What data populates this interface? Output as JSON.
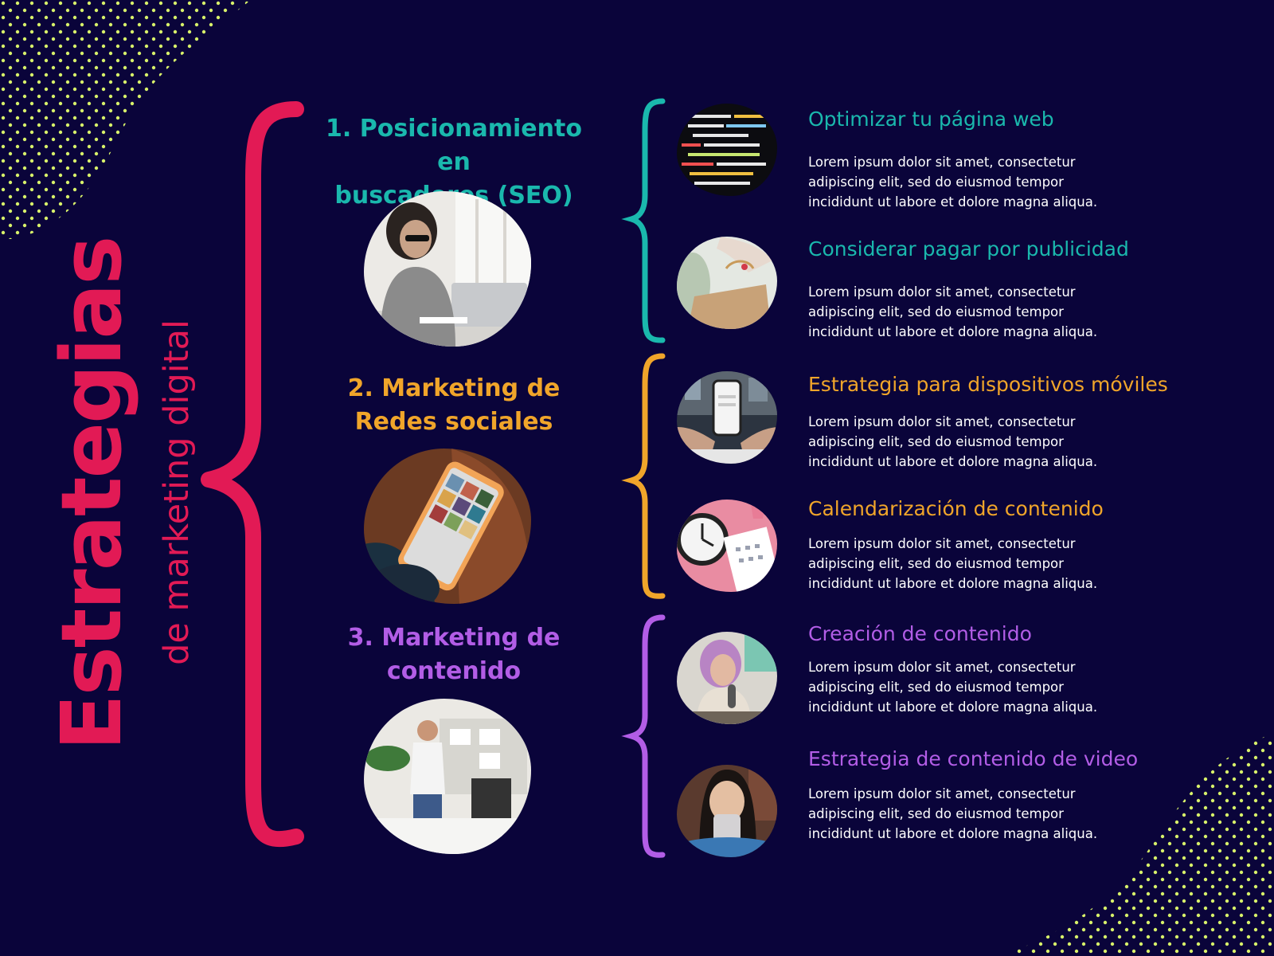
{
  "colors": {
    "background": "#0a043a",
    "title": "#e21a55",
    "teal": "#1ab8ad",
    "orange": "#f0a52a",
    "purple": "#b25de6",
    "dots": "#d8f26a"
  },
  "title": "Estrategias",
  "subtitle": "de marketing digital",
  "categories": [
    {
      "title_line1": "1. Posicionamiento en",
      "title_line2": "buscadores (SEO)"
    },
    {
      "title_line1": "2. Marketing de",
      "title_line2": "Redes sociales"
    },
    {
      "title_line1": "3. Marketing de",
      "title_line2": "contenido"
    }
  ],
  "items": [
    {
      "title": "Optimizar tu página web",
      "desc": "Lorem ipsum dolor sit amet, consectetur adipiscing elit, sed do eiusmod tempor incididunt ut labore et dolore magna aliqua."
    },
    {
      "title": "Considerar pagar por publicidad",
      "desc": "Lorem ipsum dolor sit amet, consectetur adipiscing elit, sed do eiusmod tempor incididunt ut labore et dolore magna aliqua."
    },
    {
      "title": "Estrategia para dispositivos móviles",
      "desc": "Lorem ipsum dolor sit amet, consectetur adipiscing elit, sed do eiusmod tempor incididunt ut labore et dolore magna aliqua."
    },
    {
      "title": "Calendarización de contenido",
      "desc": "Lorem ipsum dolor sit amet, consectetur adipiscing elit, sed do eiusmod tempor incididunt ut labore et dolore magna aliqua."
    },
    {
      "title": "Creación de contenido",
      "desc": "Lorem ipsum dolor sit amet, consectetur adipiscing elit, sed do eiusmod tempor incididunt ut labore et dolore magna aliqua."
    },
    {
      "title": "Estrategia de contenido de video",
      "desc": "Lorem ipsum dolor sit amet, consectetur adipiscing elit, sed do eiusmod tempor incididunt ut labore et dolore magna aliqua."
    }
  ]
}
